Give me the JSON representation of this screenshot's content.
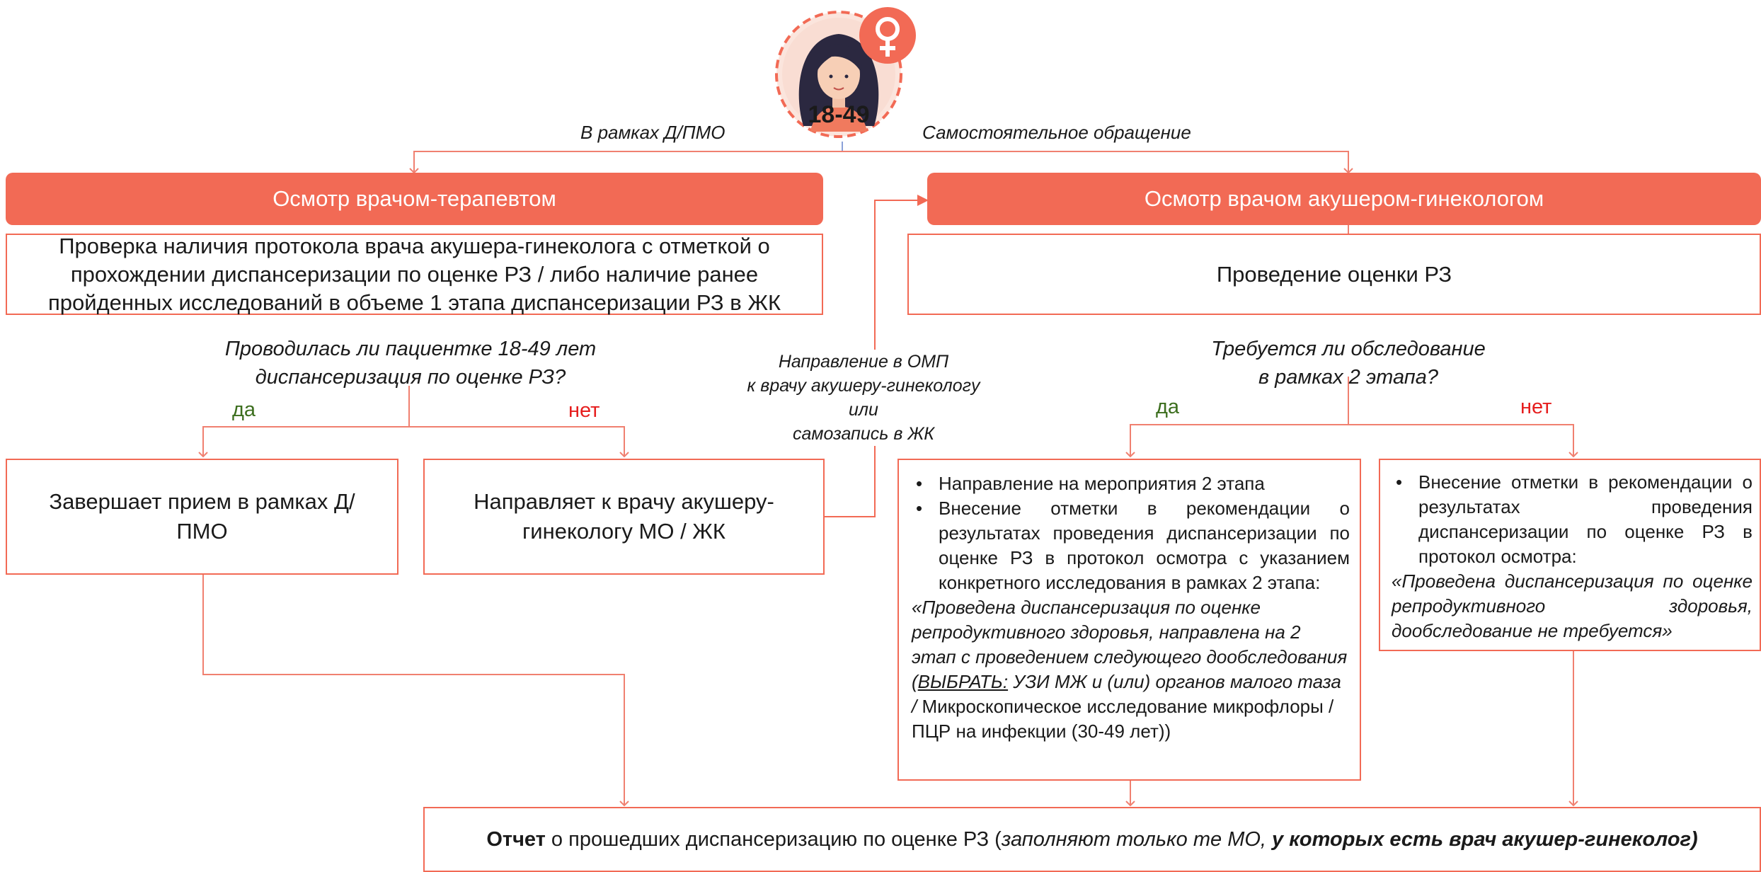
{
  "badge": {
    "age": "18-49"
  },
  "routes": {
    "left": "В рамках Д/ПМО",
    "right": "Самостоятельное обращение"
  },
  "therapist": {
    "header": "Осмотр врачом-терапевтом",
    "check_text": "Проверка наличия протокола врача акушера-гинеколога с отметкой о прохождении диспансеризации по оценке РЗ / либо наличие ранее пройденных  исследований в объеме 1 этапа диспансеризации РЗ в ЖК",
    "question_line1": "Проводилась ли пациентке 18-49 лет",
    "question_line2": "диспансеризация по оценке РЗ?",
    "yes": "да",
    "no": "нет",
    "yes_box": "Завершает прием в рамках Д/ПМО",
    "no_box": "Направляет к врачу акушеру-гинекологу МО / ЖК"
  },
  "referral": {
    "line1": "Направление в ОМП",
    "line2": "к врачу акушеру-гинекологу",
    "line3": "или",
    "line4": "самозапись в ЖК"
  },
  "gynecologist": {
    "header": "Осмотр врачом акушером-гинекологом",
    "assessment": "Проведение оценки РЗ",
    "question_line1": "Требуется ли обследование",
    "question_line2": "в рамках 2 этапа?",
    "yes": "да",
    "no": "нет",
    "yes_box": {
      "bullet1": "Направление на мероприятия 2 этапа",
      "bullet2": "Внесение отметки в рекомендации о результатах проведения диспансеризации по оценке РЗ в протокол осмотра с указанием конкретного исследования в рамках 2 этапа:",
      "quote_part1": "«Проведена диспансеризация по оценке репродуктивного здоровья, направлена на 2 этап с проведением следующего дообследования (",
      "quote_choose": "ВЫБРАТЬ:",
      "quote_part2": "  УЗИ МЖ и (или) органов малого таза / ",
      "quote_part3": "Микроскопическое исследование микрофлоры / ПЦР на инфекции (30-49 лет))"
    },
    "no_box": {
      "bullet1": "Внесение отметки в рекомендации о результатах проведения диспансеризации по оценке РЗ в протокол осмотра:",
      "quote": "«Проведена диспансеризация по оценке репродуктивного здоровья, дообследование не требуется»"
    }
  },
  "report": {
    "bold": "Отчет",
    "text": " о прошедших диспансеризацию по оценке РЗ (",
    "italic": "заполняют только  те МО, ",
    "bold_italic": "у которых есть врач акушер-гинеколог)"
  },
  "colors": {
    "accent": "#f26a55",
    "yes": "#3c6e1e",
    "no": "#e61e1e",
    "connector": "#f08070"
  },
  "icons": {
    "avatar": "woman-avatar-icon",
    "gender": "female-symbol-icon"
  }
}
